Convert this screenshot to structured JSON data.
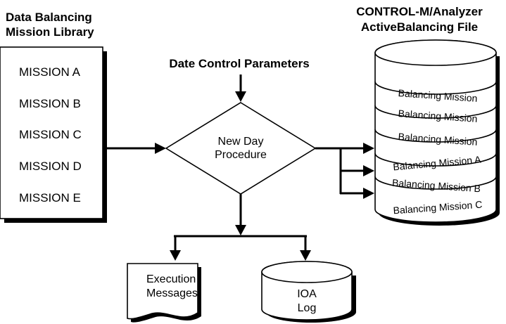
{
  "library": {
    "title_line1": "Data Balancing",
    "title_line2": "Mission Library",
    "missions": [
      "MISSION A",
      "MISSION B",
      "MISSION C",
      "MISSION D",
      "MISSION E"
    ]
  },
  "control_file": {
    "title_line1": "CONTROL-M/Analyzer",
    "title_line2": "ActiveBalancing File",
    "entries": [
      "Balancing Mission",
      "Balancing Mission",
      "Balancing Mission",
      "Balancing Mission A",
      "Balancing Mission B",
      "Balancing Mission C"
    ]
  },
  "parameters": {
    "label": "Date Control Parameters"
  },
  "procedure": {
    "line1": "New Day",
    "line2": "Procedure"
  },
  "execution": {
    "line1": "Execution",
    "line2": "Messages"
  },
  "ioa_log": {
    "line1": "IOA",
    "line2": "Log"
  },
  "colors": {
    "stroke": "#000000",
    "fill": "#ffffff",
    "shadow": "#000000"
  }
}
